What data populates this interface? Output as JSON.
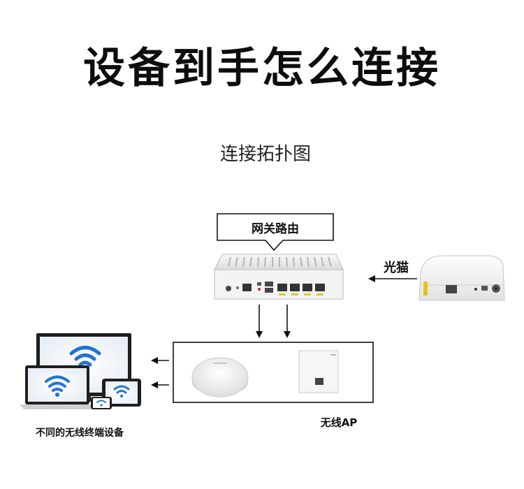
{
  "title": "设备到手怎么连接",
  "subtitle": "连接拓扑图",
  "nodes": {
    "gateway": "网关路由",
    "modem": "光猫",
    "ap": "无线AP",
    "terminals": "不同的无线终端设备"
  },
  "colors": {
    "wifi_blue": "#1e73d8",
    "line": "#111111",
    "device_white": "#f4f4f4",
    "port_yellow": "#e8c21a"
  },
  "icons": [
    "wifi-icon",
    "arrow-left-icon",
    "arrow-down-icon"
  ]
}
